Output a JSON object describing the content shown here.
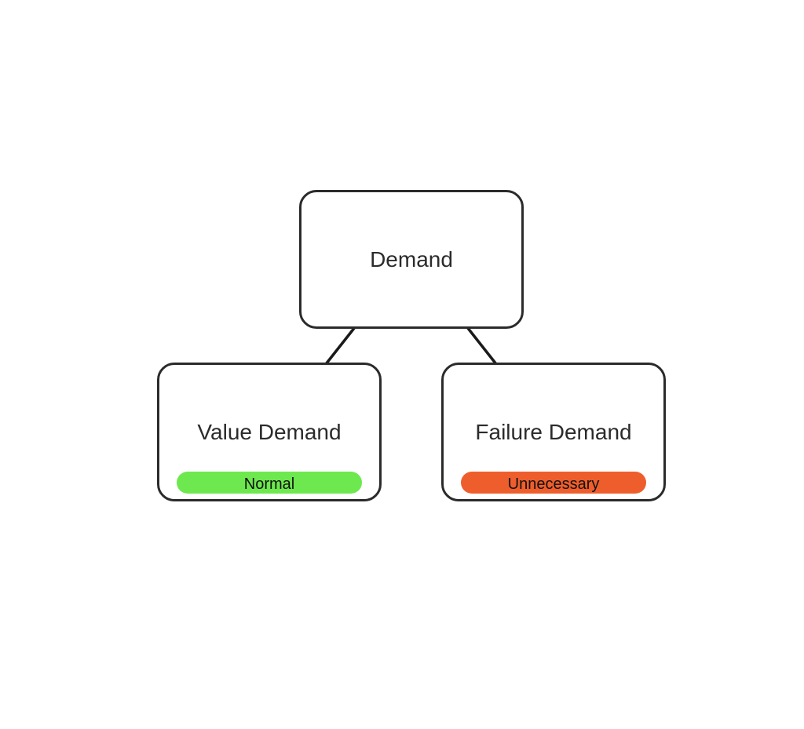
{
  "diagram": {
    "root": {
      "label": "Demand"
    },
    "children": [
      {
        "label": "Value Demand",
        "tag": "Normal",
        "tag_color": "#6ee84f"
      },
      {
        "label": "Failure Demand",
        "tag": "Unnecessary",
        "tag_color": "#ee5e2d"
      }
    ],
    "line_color": "#1a1a1a"
  }
}
